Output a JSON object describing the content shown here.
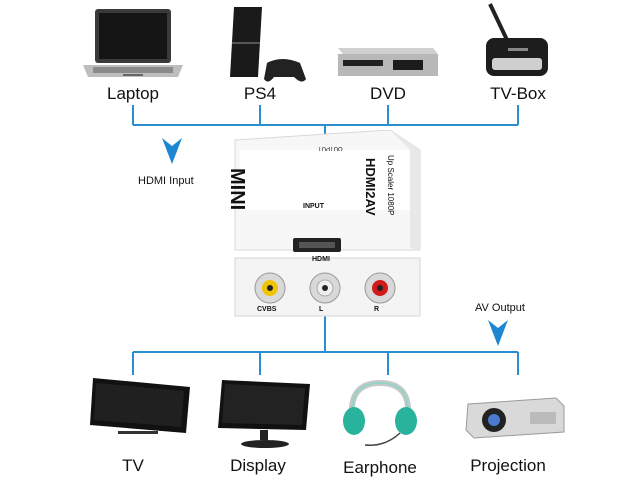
{
  "top_devices": [
    {
      "label": "Laptop",
      "icon": "laptop-icon"
    },
    {
      "label": "PS4",
      "icon": "ps4-console-icon"
    },
    {
      "label": "DVD",
      "icon": "dvd-player-icon"
    },
    {
      "label": "TV-Box",
      "icon": "tv-box-icon"
    }
  ],
  "bottom_devices": [
    {
      "label": "TV",
      "icon": "tv-icon"
    },
    {
      "label": "Display",
      "icon": "monitor-icon"
    },
    {
      "label": "Earphone",
      "icon": "headphones-icon"
    },
    {
      "label": "Projection",
      "icon": "projector-icon"
    }
  ],
  "hdmi_input_label": "HDMI Input",
  "av_output_label": "AV Output",
  "device": {
    "brand_text": "MINI",
    "model_text": "HDMI2AV",
    "sub_text": "Up Scaler 1080P",
    "output_text": "OUTPUT",
    "input_text": "INPUT",
    "hdmi_text": "HDMI",
    "cvbs_text": "CVBS",
    "l_text": "L",
    "r_text": "R"
  },
  "colors": {
    "line": "#2a8fd0",
    "arrow": "#1f86d1",
    "rca_yellow": "#f2c400",
    "rca_white": "#eeeeee",
    "rca_red": "#d11a1a"
  }
}
